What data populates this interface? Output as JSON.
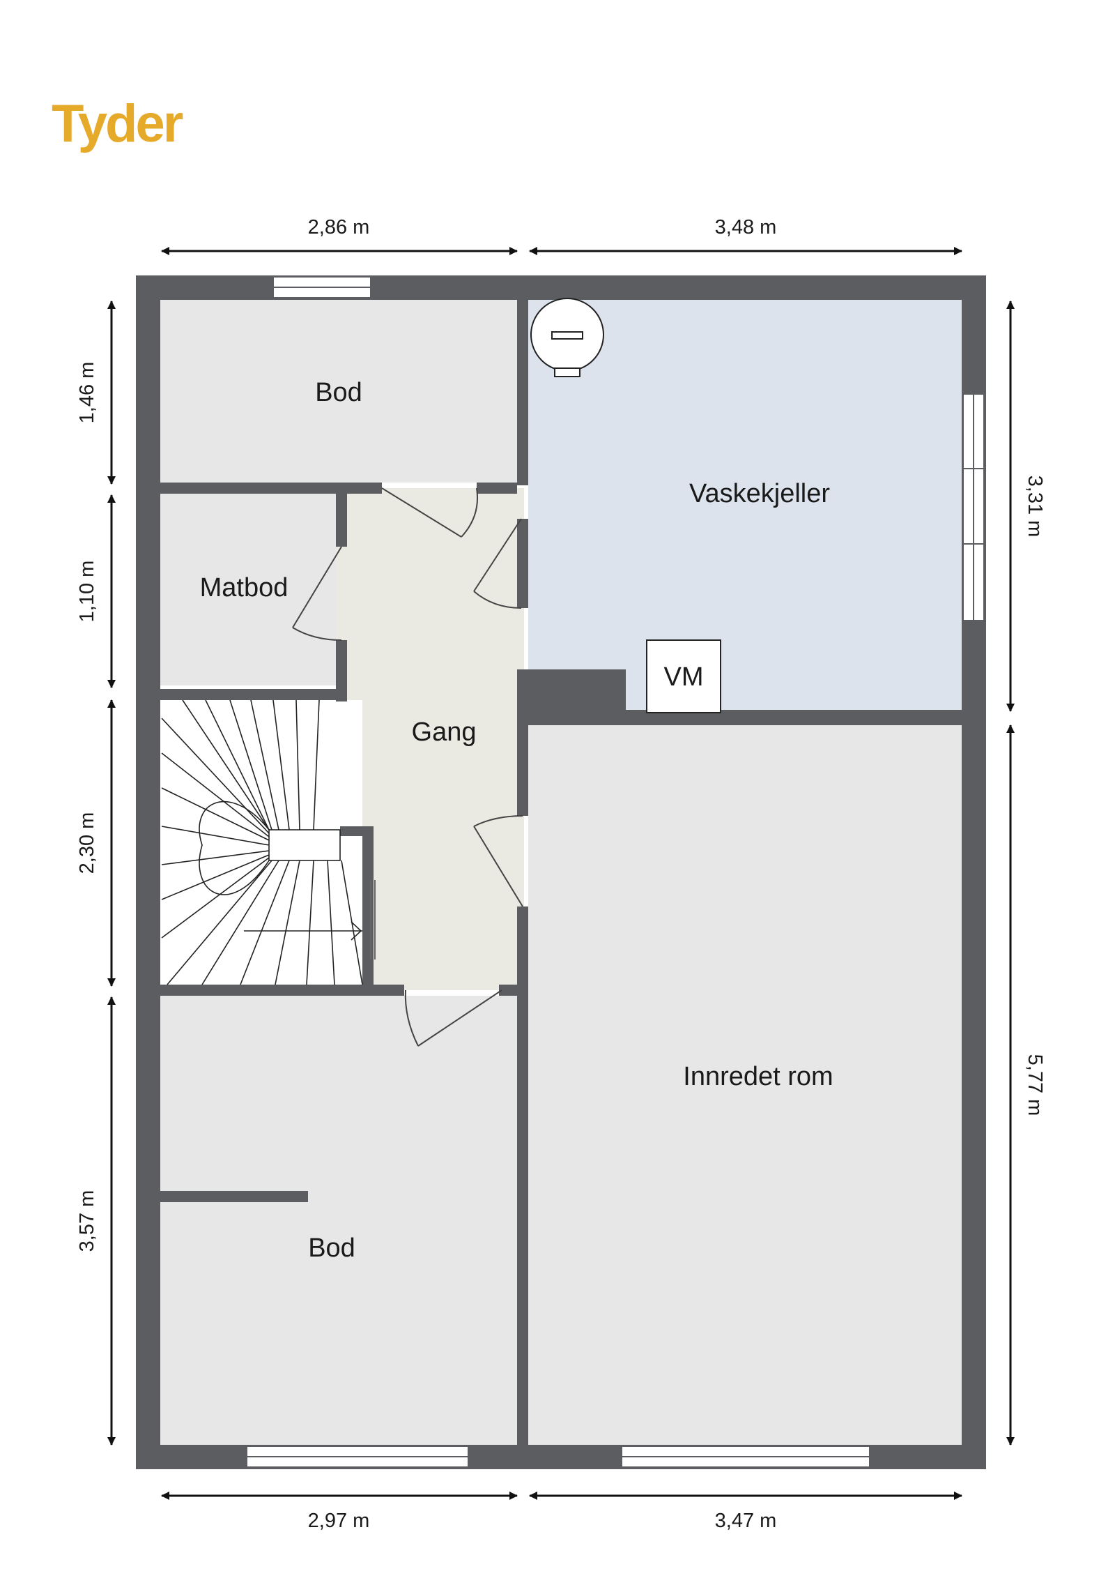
{
  "brand": {
    "logo_text": "Tyder",
    "color": "#e6aa2a"
  },
  "colors": {
    "wall": "#5b5d60",
    "room_default": "#e7e7e7",
    "vaskekjeller": "#dde3ec",
    "gang": "#eaeae2",
    "stair_bg": "#ffffff"
  },
  "rooms": {
    "bod_top": "Bod",
    "matbod": "Matbod",
    "gang": "Gang",
    "vaskekjeller": "Vaskekjeller",
    "vm": "VM",
    "innredet_rom": "Innredet rom",
    "bod_bottom": "Bod"
  },
  "dimensions": {
    "top_left": "2,86 m",
    "top_right": "3,48 m",
    "bottom_left": "2,97 m",
    "bottom_right": "3,47 m",
    "left_1": "1,46 m",
    "left_2": "1,10 m",
    "left_3": "2,30 m",
    "left_4": "3,57 m",
    "right_1": "3,31 m",
    "right_2": "5,77 m"
  },
  "icons": {
    "water_heater": "water-heater-icon",
    "stair_arrow": "arrow-right-icon"
  }
}
